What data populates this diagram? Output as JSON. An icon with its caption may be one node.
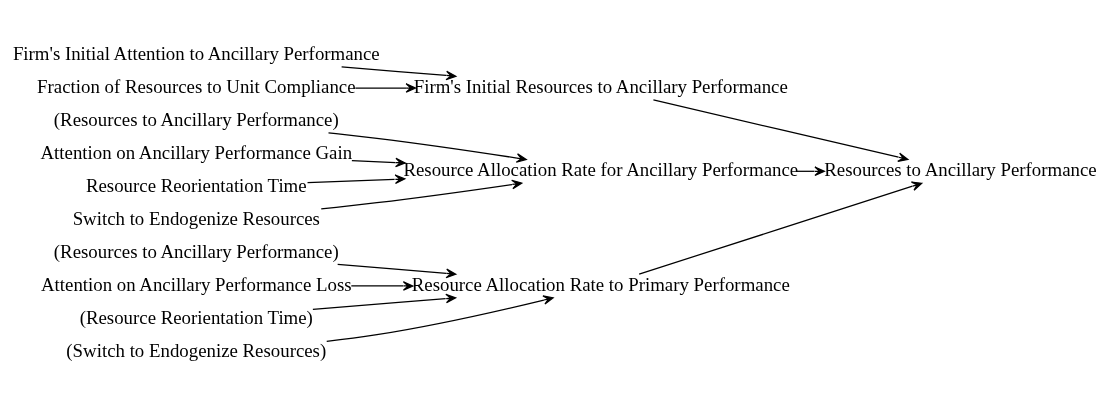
{
  "diagram": {
    "nodes": [
      {
        "text": [
          "Firm's Initial Attention to Ancillary Performance"
        ]
      },
      {
        "text": [
          "Fraction of Resources to Unit Compliance"
        ]
      },
      {
        "text": [
          "Firm's Initial Resources to Ancillary Performance"
        ]
      },
      {
        "text": [
          "(Resources to Ancillary Performance)"
        ]
      },
      {
        "text": [
          "Attention on Ancillary Performance Gain"
        ]
      },
      {
        "text": [
          "Resource Reorientation Time"
        ]
      },
      {
        "text": [
          "Switch to Endogenize Resources"
        ]
      },
      {
        "text": [
          "Resource Allocation Rate for Ancillary Performance"
        ]
      },
      {
        "text": [
          "(Resources to Ancillary Performance)"
        ]
      },
      {
        "text": [
          "Attention on Ancillary Performance Loss"
        ]
      },
      {
        "text": [
          "(Resource Reorientation Time)"
        ]
      },
      {
        "text": [
          "(Switch to Endogenize Resources)"
        ]
      },
      {
        "text": [
          "Resource Allocation Rate to Primary Performance"
        ]
      },
      {
        "text": [
          "Resources to Ancillary Performance"
        ]
      }
    ],
    "edges": [
      {
        "from": 0,
        "to": 2,
        "arrow": "to"
      },
      {
        "from": 1,
        "to": 2,
        "arrow": "to"
      },
      {
        "from": 3,
        "to": 7,
        "arrow": "to"
      },
      {
        "from": 4,
        "to": 7,
        "arrow": "to"
      },
      {
        "from": 5,
        "to": 7,
        "arrow": "to"
      },
      {
        "from": 6,
        "to": 7,
        "arrow": "to"
      },
      {
        "from": 8,
        "to": 12,
        "arrow": "to"
      },
      {
        "from": 9,
        "to": 12,
        "arrow": "to"
      },
      {
        "from": 10,
        "to": 12,
        "arrow": "to"
      },
      {
        "from": 11,
        "to": 12,
        "arrow": "to"
      },
      {
        "from": 2,
        "to": 13,
        "arrow": "to"
      },
      {
        "from": 7,
        "to": 13,
        "arrow": "to"
      },
      {
        "from": 12,
        "to": 13,
        "arrow": "to"
      }
    ]
  }
}
